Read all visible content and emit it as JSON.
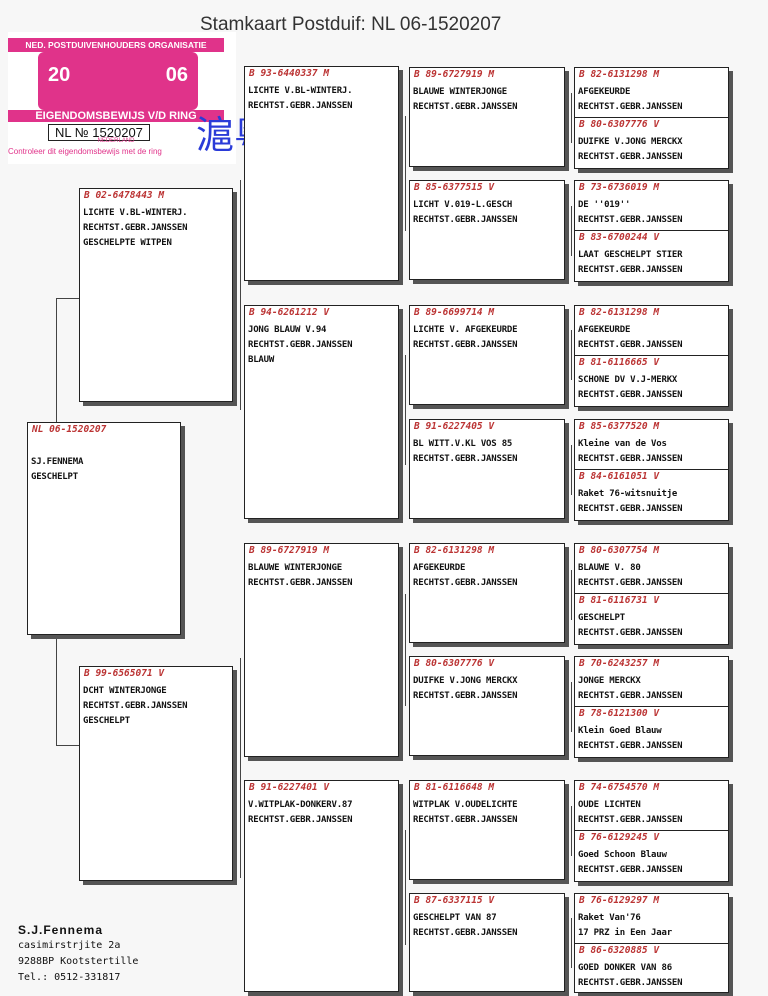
{
  "header": {
    "title": "Stamkaart Postduif:  NL   06-1520207"
  },
  "stamp": {
    "org": "NED. POSTDUIVENHOUDERS ORGANISATIE",
    "year_left": "20",
    "year_right": "06",
    "eig": "EIGENDOMSBEWIJS V/D RING",
    "ring": "NL  № 1520207",
    "country": "NEDERLAND",
    "control": "Controleer dit eigendomsbewijs met de ring"
  },
  "overlay": {
    "cjk": "滬粵懿昀"
  },
  "birds": {
    "main": {
      "id": "NL  06-1520207",
      "l1": "SJ.FENNEMA",
      "l2": "GESCHELPT",
      "l3": ""
    },
    "sire": {
      "id": "B   02-6478443  M",
      "l1": "LICHTE V.BL-WINTERJ.",
      "l2": "RECHTST.GEBR.JANSSEN",
      "l3": "GESCHELPTE WITPEN"
    },
    "dam": {
      "id": "B   99-6565071  V",
      "l1": "DCHT WINTERJONGE",
      "l2": "RECHTST.GEBR.JANSSEN",
      "l3": "GESCHELPT"
    },
    "ss": {
      "id": "B   93-6440337  M",
      "l1": "LICHTE V.BL-WINTERJ.",
      "l2": "RECHTST.GEBR.JANSSEN",
      "l3": ""
    },
    "sd": {
      "id": "B   94-6261212  V",
      "l1": "JONG BLAUW V.94",
      "l2": "RECHTST.GEBR.JANSSEN",
      "l3": "BLAUW"
    },
    "ds": {
      "id": "B   89-6727919  M",
      "l1": "BLAUWE WINTERJONGE",
      "l2": "RECHTST.GEBR.JANSSEN",
      "l3": ""
    },
    "dd": {
      "id": "B   91-6227401  V",
      "l1": "V.WITPLAK-DONKERV.87",
      "l2": "RECHTST.GEBR.JANSSEN",
      "l3": ""
    },
    "sss": {
      "id": "B   89-6727919  M",
      "l1": "BLAUWE WINTERJONGE",
      "l2": "RECHTST.GEBR.JANSSEN"
    },
    "ssd": {
      "id": "B   85-6377515  V",
      "l1": "LICHT V.019-L.GESCH",
      "l2": "RECHTST.GEBR.JANSSEN"
    },
    "sds": {
      "id": "B   89-6699714  M",
      "l1": "LICHTE V. AFGEKEURDE",
      "l2": "RECHTST.GEBR.JANSSEN"
    },
    "sdd": {
      "id": "B   91-6227405  V",
      "l1": "BL WITT.V.KL VOS 85",
      "l2": "RECHTST.GEBR.JANSSEN"
    },
    "dss": {
      "id": "B   82-6131298  M",
      "l1": "AFGEKEURDE",
      "l2": "RECHTST.GEBR.JANSSEN"
    },
    "dsd": {
      "id": "B   80-6307776  V",
      "l1": "DUIFKE V.JONG MERCKX",
      "l2": "RECHTST.GEBR.JANSSEN"
    },
    "dds": {
      "id": "B   81-6116648  M",
      "l1": "WITPLAK V.OUDELICHTE",
      "l2": "RECHTST.GEBR.JANSSEN"
    },
    "ddd": {
      "id": "B   87-6337115  V",
      "l1": "GESCHELPT VAN 87",
      "l2": "RECHTST.GEBR.JANSSEN"
    },
    "g1": {
      "id": "B   82-6131298  M",
      "l1": "AFGEKEURDE",
      "l2": "RECHTST.GEBR.JANSSEN"
    },
    "g2": {
      "id": "B   80-6307776  V",
      "l1": "DUIFKE V.JONG MERCKX",
      "l2": "RECHTST.GEBR.JANSSEN"
    },
    "g3": {
      "id": "B   73-6736019  M",
      "l1": "DE ''019''",
      "l2": "RECHTST.GEBR.JANSSEN"
    },
    "g4": {
      "id": "B   83-6700244  V",
      "l1": "LAAT GESCHELPT STIER",
      "l2": "RECHTST.GEBR.JANSSEN"
    },
    "g5": {
      "id": "B   82-6131298  M",
      "l1": "AFGEKEURDE",
      "l2": "RECHTST.GEBR.JANSSEN"
    },
    "g6": {
      "id": "B   81-6116665  V",
      "l1": "SCHONE DV V.J-MERKX",
      "l2": "RECHTST.GEBR.JANSSEN"
    },
    "g7": {
      "id": "B   85-6377520  M",
      "l1": "Kleine van de Vos",
      "l2": "RECHTST.GEBR.JANSSEN"
    },
    "g8": {
      "id": "B   84-6161051  V",
      "l1": "Raket 76-witsnuitje",
      "l2": "RECHTST.GEBR.JANSSEN"
    },
    "g9": {
      "id": "B   80-6307754  M",
      "l1": "BLAUWE V. 80",
      "l2": "RECHTST.GEBR.JANSSEN"
    },
    "g10": {
      "id": "B   81-6116731  V",
      "l1": "GESCHELPT",
      "l2": "RECHTST.GEBR.JANSSEN"
    },
    "g11": {
      "id": "B   70-6243257  M",
      "l1": "JONGE MERCKX",
      "l2": "RECHTST.GEBR.JANSSEN"
    },
    "g12": {
      "id": "B   78-6121300  V",
      "l1": "Klein Goed Blauw",
      "l2": "RECHTST.GEBR.JANSSEN"
    },
    "g13": {
      "id": "B   74-6754570  M",
      "l1": "OUDE LICHTEN",
      "l2": "RECHTST.GEBR.JANSSEN"
    },
    "g14": {
      "id": "B   76-6129245  V",
      "l1": "Goed Schoon Blauw",
      "l2": "RECHTST.GEBR.JANSSEN"
    },
    "g15": {
      "id": "B   76-6129297  M",
      "l1": "Raket Van'76",
      "l2": "17 PRZ in Een Jaar"
    },
    "g16": {
      "id": "B   86-6320885  V",
      "l1": "GOED DONKER VAN 86",
      "l2": "RECHTST.GEBR.JANSSEN"
    }
  },
  "owner": {
    "name": "S.J.Fennema",
    "street": "casimirstrjite  2a",
    "city": "9288BP  Kootstertille",
    "phone": "Tel.: 0512-331817"
  }
}
